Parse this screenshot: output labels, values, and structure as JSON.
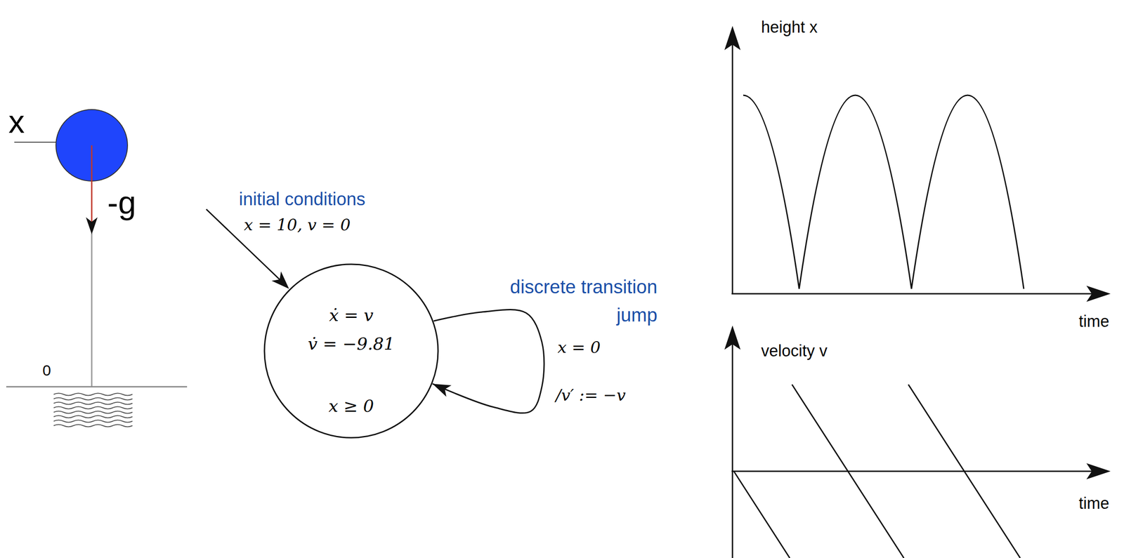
{
  "diagram": {
    "nodes": [
      {
        "text": [
          "ẋ = v",
          "v̇ = −9.81",
          "x ≥ 0"
        ]
      }
    ],
    "edges": [
      {
        "from": 0,
        "to": 0,
        "arrow": "to",
        "label": "x = 0"
      }
    ],
    "labels": [
      "x",
      "-g",
      "0",
      "initial conditions",
      "x = 10, v = 0",
      "discrete transition jump",
      "/v′ := −v",
      "height x",
      "time",
      "velocity v",
      "time"
    ]
  }
}
